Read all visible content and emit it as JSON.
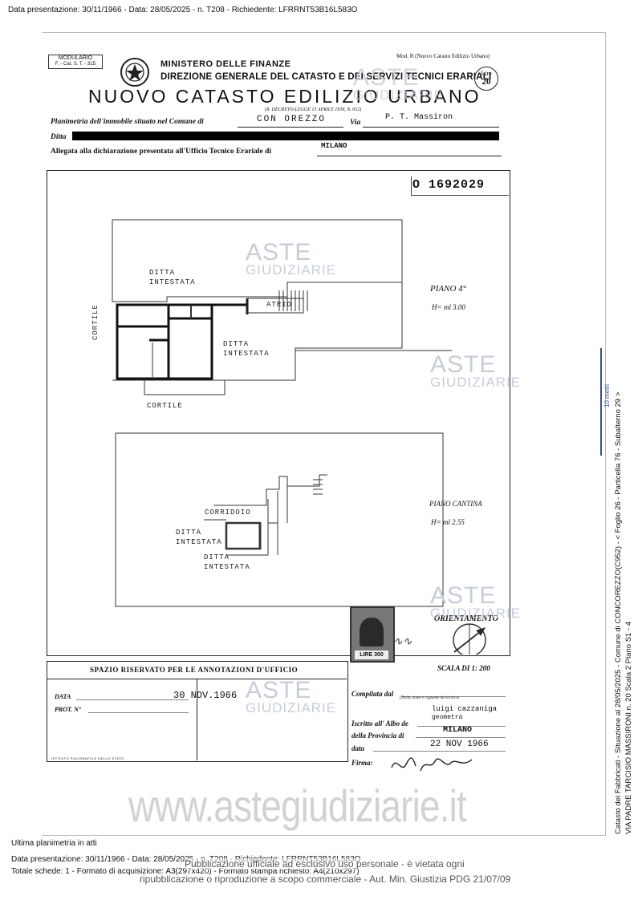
{
  "top_line": "Data presentazione: 30/11/1966 - Data: 28/05/2025 - n. T208 - Richiedente: LFRRNT53B16L583O",
  "form": {
    "modulario": "MODULARIO",
    "modulario_code": "F. - Cat. S. T. - 315",
    "ministry": "MINISTERO DELLE FINANZE",
    "direzione": "DIREZIONE GENERALE DEL CATASTO E DEI SERVIZI TECNICI ERARIALI",
    "title": "NUOVO CATASTO EDILIZIO URBANO",
    "decree": "(R. DECRETO-LEGGE 13 APRILE 1939, N. 652)",
    "mod_b": "Mod. B (Nuovo Catasto Edilizio Urbano)",
    "stamp_lire": "Lire",
    "stamp_value": "20",
    "planimetria_label": "Planimetria dell'immobile situato nel Comune di",
    "comune_value": "CON OREZZO",
    "via_label": "Via",
    "via_value": "P. T. Massiron",
    "ditta_label": "Ditta",
    "allegata_label": "Allegata alla dichiarazione presentata all'Ufficio Tecnico Erariale di",
    "ufficio_value": "MILANO",
    "scheda_number": "O 1692029"
  },
  "plan": {
    "ditta_intestata_1": "DITTA\nINTESTATA",
    "atrio": "ATRIO",
    "ditta_intestata_2": "DITTA\nINTESTATA",
    "cortile_side": "CORTILE",
    "cortile_bottom": "CORTILE",
    "piano_4": "PIANO 4°",
    "h_4": "H= ml 3.00",
    "corridoio": "CORRIDOIO",
    "ditta_intestata_3": "DITTA\nINTESTATA",
    "ditta_intestata_4": "DITTA\nINTESTATA",
    "piano_cantina": "PIANO CANTINA",
    "h_cantina": "H= ml 2.55",
    "orientamento": "ORIENTAMENTO",
    "scala": "SCALA DI 1: 200",
    "marca_lire": "LIRE 300"
  },
  "annotations": {
    "spazio": "SPAZIO RISERVATO PER LE ANNOTAZIONI D'UFFICIO",
    "data_label": "DATA",
    "prot_label": "PROT. N°",
    "data_stamp": "30 NOV.1966",
    "compilata_label": "Compilata dal",
    "compilata_note": "(Titolo, nome e cognome del tecnico)",
    "compilatore": "luigi cazzaniga",
    "qualifica": "geometra",
    "albo_label": "Iscritto all' Albo de",
    "provincia_label": "della Provincia di",
    "provincia_value": "MILANO",
    "data2_label": "data",
    "data2_value": "22 NOV 1966",
    "firma_label": "Firma:",
    "istituto": "ISTITUTO POLIGRAFICO DELLO STATO"
  },
  "footer": {
    "ultima": "Ultima planimetria in atti",
    "line1": "Data presentazione: 30/11/1966 - Data: 28/05/2025 - n. T208 - Richiedente: LFRRNT53B16L583O",
    "line2": "Totale schede: 1 - Formato di acquisizione: A3(297x420) - Formato stampa richiesto: A4(210x297)",
    "watermark_url": "www.astegiudiziarie.it",
    "disclaimer1": "Pubblicazione ufficiale ad esclusivo uso personale - è vietata ogni",
    "disclaimer2": "ripubblicazione o riproduzione a scopo commerciale - Aut. Min. Giustizia PDG 21/07/09"
  },
  "side": {
    "line1": "Catasto dei Fabbricati - Situazione al 28/05/2025 - Comune di CONCOREZZO(C952) - < Foglio 26 - Particella 76 - Subalterno 29 >",
    "line2": "VIA PADRE TARCISIO MASSIRONI n. 20 Scala 2 Piano S1 - 4",
    "scale_label": "10 metri"
  },
  "watermark": {
    "aste": "ASTE",
    "giudiziarie": "GIUDIZIARIE"
  }
}
